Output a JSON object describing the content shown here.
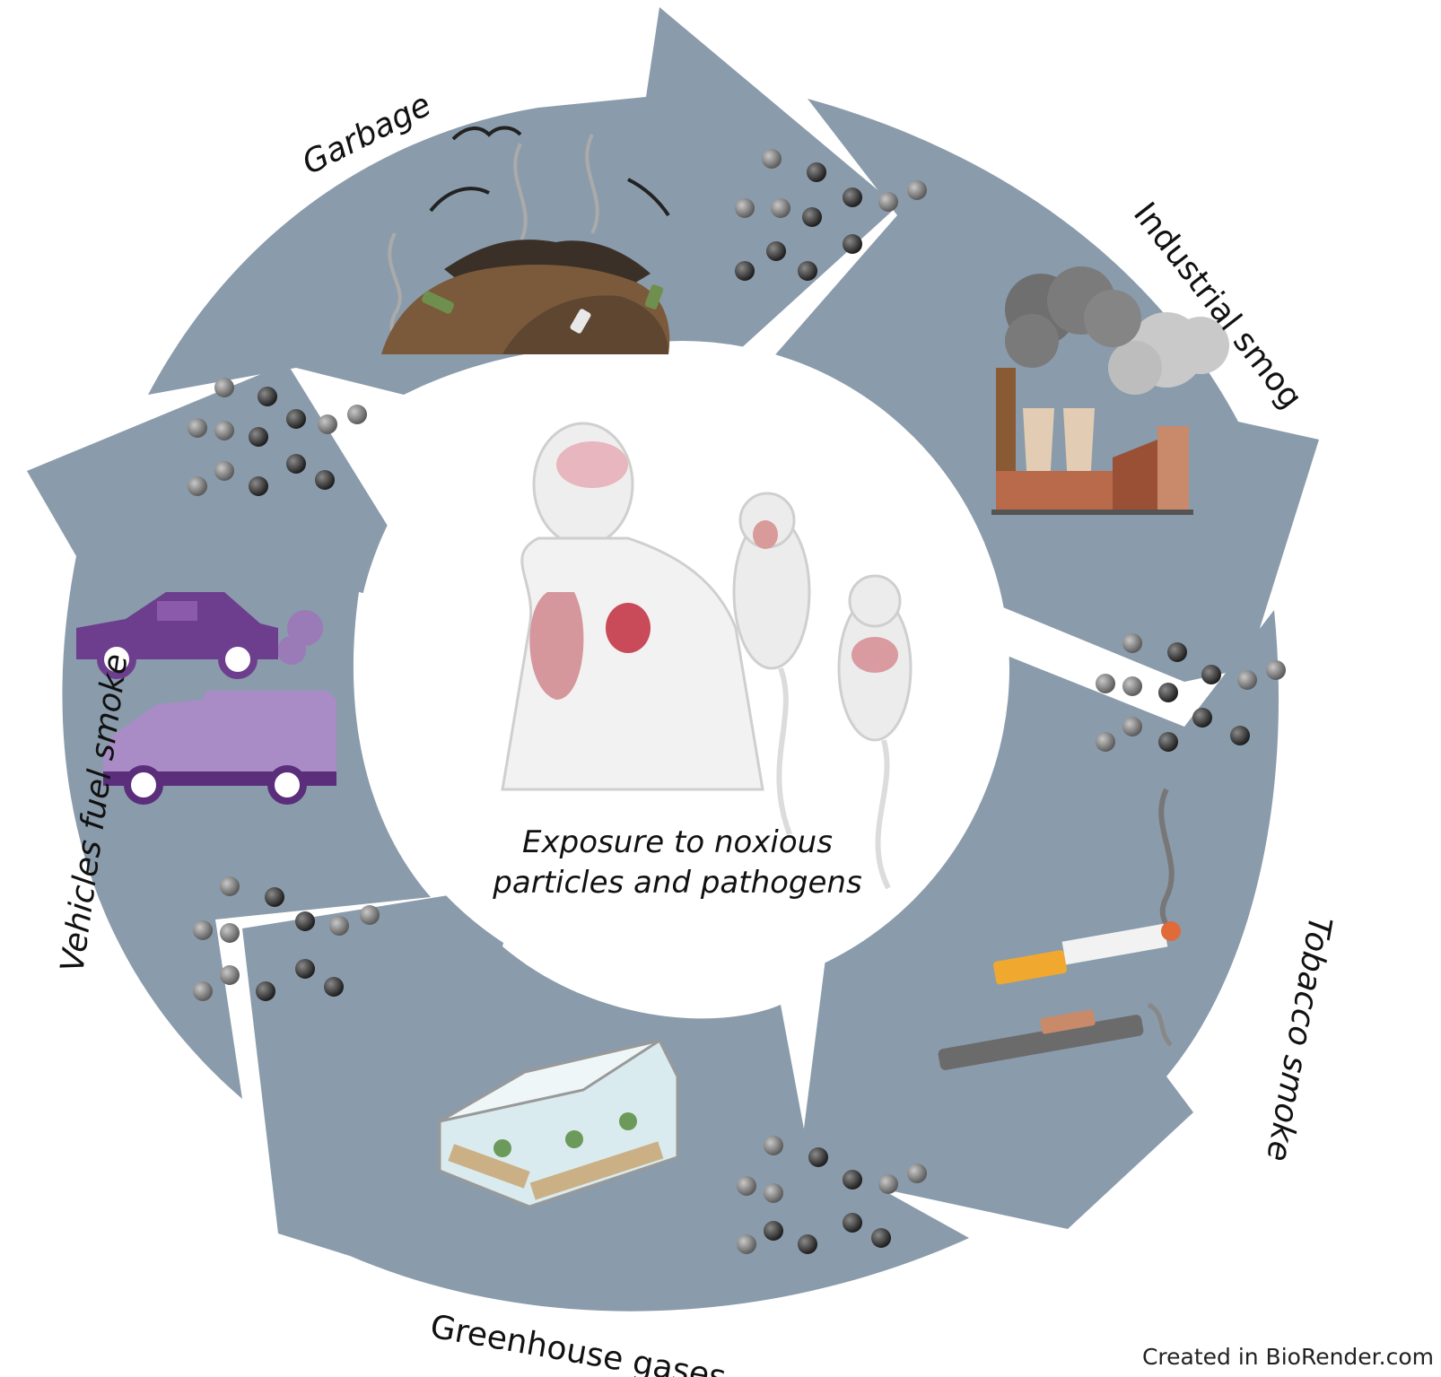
{
  "center_text": {
    "line1": "Exposure to noxious",
    "line2": "particles and pathogens"
  },
  "sources": [
    {
      "label": "Garbage",
      "icon": "garbage-pile-icon"
    },
    {
      "label": "Industrial smog",
      "icon": "factory-icon"
    },
    {
      "label": "Tobacco smoke",
      "icon": "cigarette-icon"
    },
    {
      "label": "Greenhouse gases",
      "icon": "greenhouse-icon"
    },
    {
      "label": "Vehicles fuel smoke",
      "icon": "vehicles-icon"
    }
  ],
  "credit": "Created in BioRender.com",
  "colors": {
    "arrow": "#8a9bab",
    "particle_dark": "#2e2e2e",
    "particle_light": "#7c7c7c",
    "vehicle": "#6d3e8e"
  }
}
